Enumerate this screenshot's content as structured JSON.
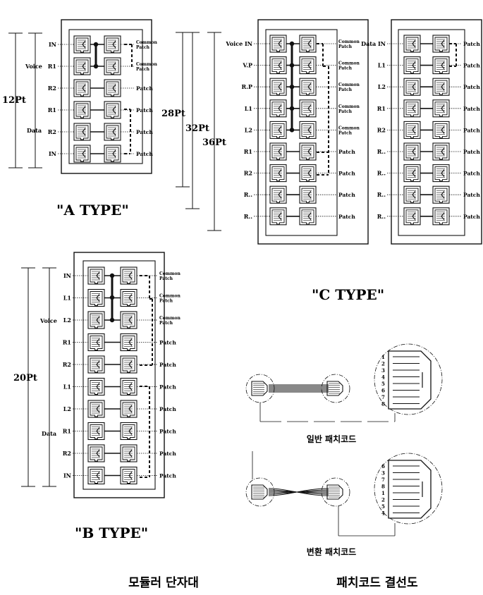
{
  "type_a": {
    "title": "\"A TYPE\"",
    "pt": "12Pt",
    "group_labels": [
      "Voice",
      "Data"
    ],
    "rows": [
      "IN",
      "R1",
      "R2",
      "R1",
      "R2",
      "IN"
    ],
    "right": [
      "Common Patch",
      "Common Patch",
      "Patch",
      "Patch",
      "Patch",
      "Patch"
    ]
  },
  "type_b": {
    "title": "\"B TYPE\"",
    "pt": "20Pt",
    "group_labels": [
      "Voice",
      "Data"
    ],
    "rows": [
      "IN",
      "L1",
      "L2",
      "R1",
      "R2",
      "L1",
      "L2",
      "R1",
      "R2",
      "IN"
    ],
    "right": [
      "Common Patch",
      "Common Patch",
      "Common Patch",
      "Patch",
      "Patch",
      "Patch",
      "Patch",
      "Patch",
      "Patch",
      "Patch"
    ]
  },
  "type_c": {
    "title": "\"C TYPE\"",
    "pt_labels": [
      "28Pt",
      "32Pt",
      "36Pt"
    ],
    "voice_rows": [
      "Voice IN",
      "V.P",
      "R.P",
      "L1",
      "L2",
      "R1",
      "R2",
      "R..",
      "R.."
    ],
    "voice_right": [
      "Common Patch",
      "Common Patch",
      "Common Patch",
      "Common Patch",
      "Common Patch",
      "Patch",
      "Patch",
      "Patch",
      "Patch"
    ],
    "data_rows": [
      "Data IN",
      "L1",
      "L2",
      "R1",
      "R2",
      "R..",
      "R..",
      "R..",
      "R.."
    ],
    "data_right": [
      "Patch",
      "Patch",
      "Patch",
      "Patch",
      "Patch",
      "Patch",
      "Patch",
      "Patch",
      "Patch"
    ]
  },
  "cords": {
    "normal_label": "일반 패치코드",
    "cross_label": "변환 패치코드",
    "pins_normal": [
      "1",
      "2",
      "3",
      "4",
      "5",
      "6",
      "7",
      "8"
    ],
    "pins_cross": [
      "6",
      "3",
      "7",
      "8",
      "1",
      "2",
      "5",
      "4"
    ]
  },
  "captions": {
    "left": "모듈러 단자대",
    "right": "패치코드 결선도"
  }
}
